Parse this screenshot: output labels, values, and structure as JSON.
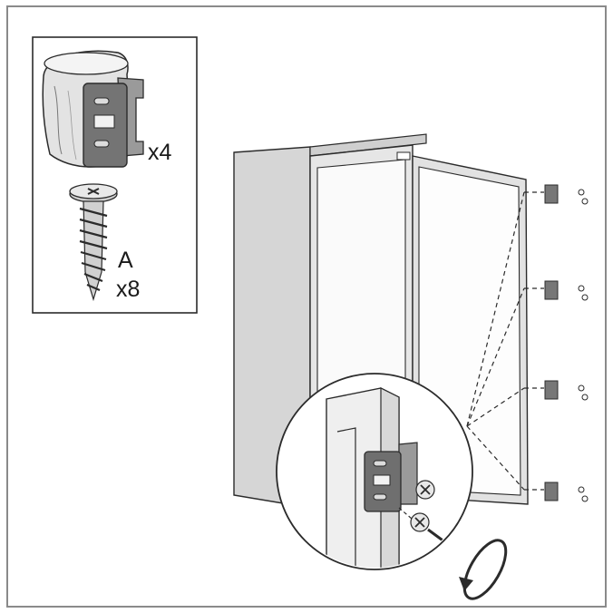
{
  "parts_box": {
    "bracket_qty": "x4",
    "screw_letter": "A",
    "screw_qty": "x8"
  },
  "icons": [
    "bracket-bag-icon",
    "screw-icon",
    "screwdriver-icon",
    "rotation-arrow-icon"
  ],
  "colors": {
    "line": "#2b2b2b",
    "cabinet_fill": "#e6e6e6",
    "bracket_fill": "#777777",
    "frame": "#8a8a8a"
  }
}
